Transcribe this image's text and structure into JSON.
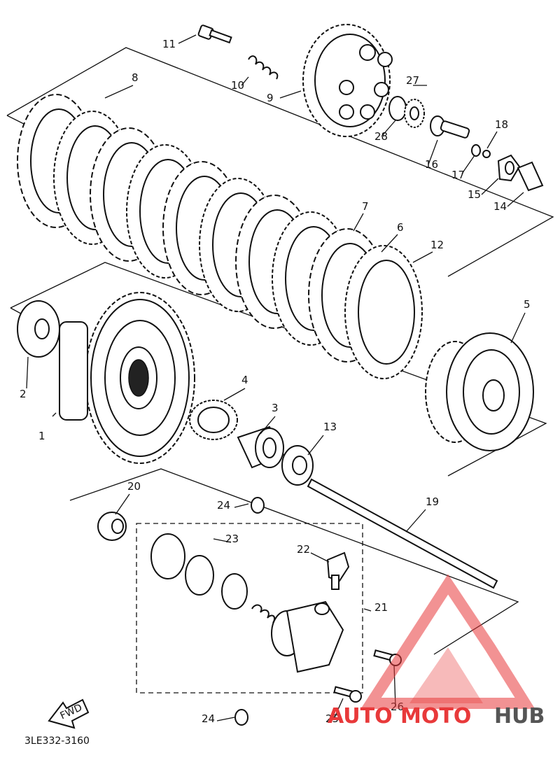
{
  "diagram": {
    "drawing_code": "3LE332-3160",
    "fwd_label": "FWD",
    "parts": [
      {
        "num": "1"
      },
      {
        "num": "2"
      },
      {
        "num": "3"
      },
      {
        "num": "4"
      },
      {
        "num": "5"
      },
      {
        "num": "6"
      },
      {
        "num": "7"
      },
      {
        "num": "8"
      },
      {
        "num": "9"
      },
      {
        "num": "10"
      },
      {
        "num": "11"
      },
      {
        "num": "12"
      },
      {
        "num": "13"
      },
      {
        "num": "14"
      },
      {
        "num": "15"
      },
      {
        "num": "16"
      },
      {
        "num": "17"
      },
      {
        "num": "18"
      },
      {
        "num": "19"
      },
      {
        "num": "20"
      },
      {
        "num": "21"
      },
      {
        "num": "22"
      },
      {
        "num": "23"
      },
      {
        "num": "24"
      },
      {
        "num": "24"
      },
      {
        "num": "25"
      },
      {
        "num": "26"
      },
      {
        "num": "27"
      },
      {
        "num": "28"
      }
    ]
  },
  "watermark": {
    "brand_part1": "AUTO",
    "brand_part2": "MOTO",
    "brand_part3": "HUB",
    "color_red": "#e8393a",
    "color_grey": "#555555"
  }
}
